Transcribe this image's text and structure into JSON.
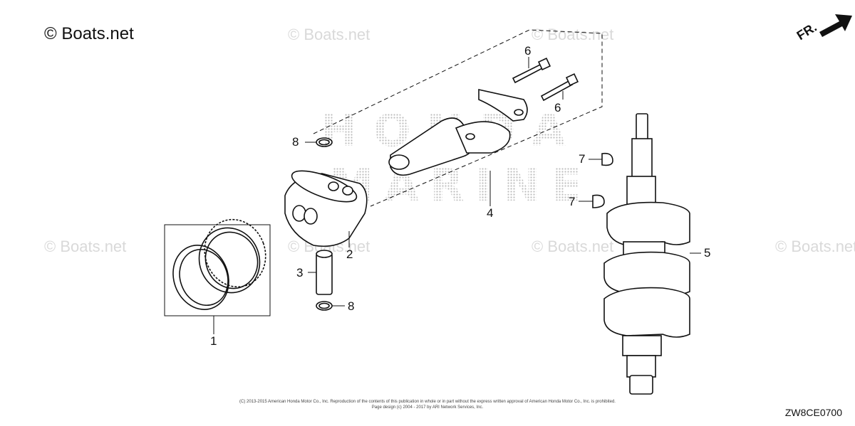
{
  "watermark": {
    "text": "© Boats.net",
    "repeat_text": "© Boats.net"
  },
  "brand_background": {
    "line1": "HONDA",
    "line2": "MARINE"
  },
  "direction_indicator": {
    "label": "FR."
  },
  "callouts": {
    "c1": "1",
    "c2": "2",
    "c3": "3",
    "c4": "4",
    "c5": "5",
    "c6a": "6",
    "c6b": "6",
    "c7a": "7",
    "c7b": "7",
    "c8a": "8",
    "c8b": "8"
  },
  "footer": {
    "line1": "(C) 2013-2015 American Honda Motor Co., Inc. Reproduction of the contents of this publication in whole or in part without the express written approval of American Honda Motor Co., Inc. is prohibited.",
    "line2": "Page design (c) 2004 - 2017 by ARI Network Services, Inc."
  },
  "diagram_code": "ZW8CE0700",
  "colors": {
    "line": "#111111",
    "watermark": "#d9d9d9",
    "stipple": "#bdbdbd"
  }
}
